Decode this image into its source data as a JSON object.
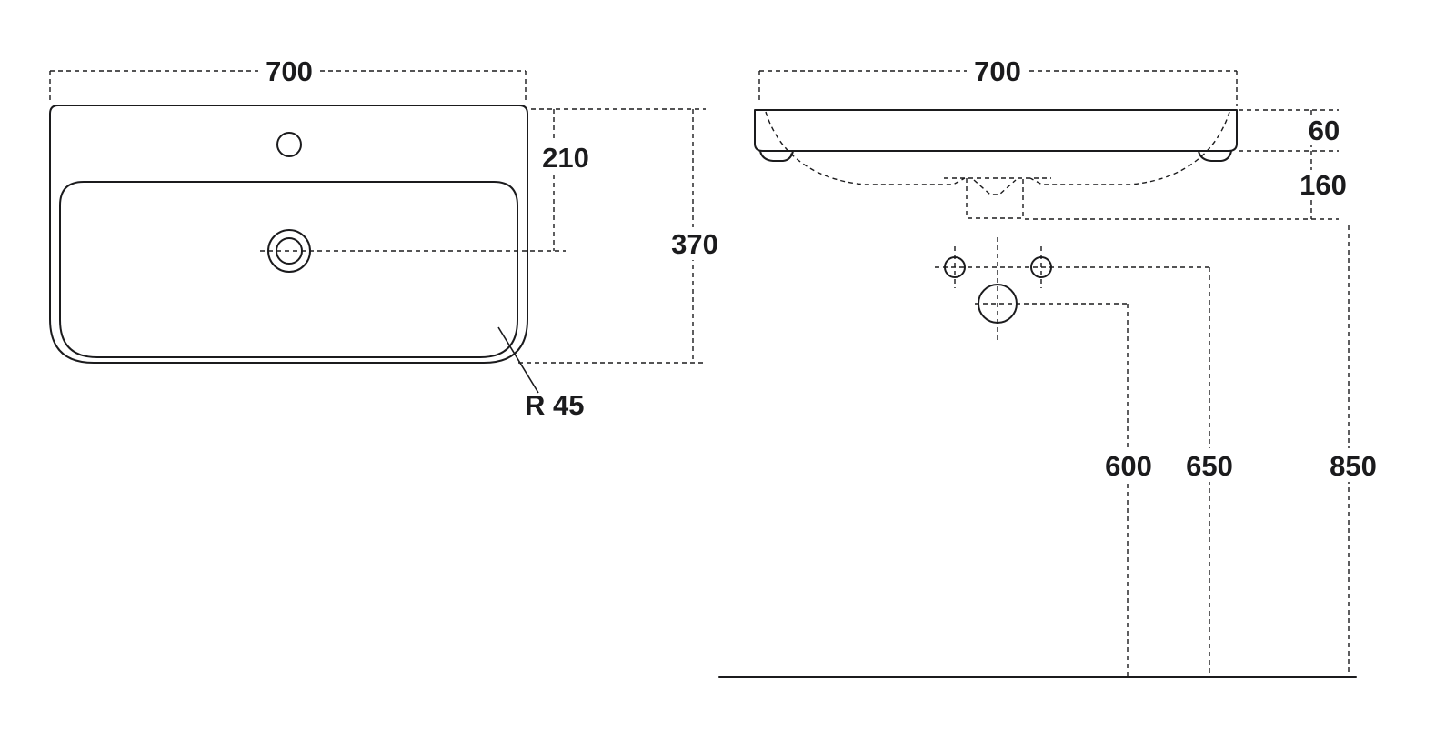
{
  "drawing": {
    "background_color": "#ffffff",
    "line_color": "#1b1b1d",
    "views": {
      "top_view": {
        "name": "washbasin-top-view",
        "width": "700",
        "drain_offset": "210",
        "depth": "370",
        "corner_radius": "R 45"
      },
      "front_view": {
        "name": "washbasin-front-view",
        "width": "700",
        "rim_height": "60",
        "bowl_depth": "160",
        "drain_height": "600",
        "trap_height": "650",
        "rim_floor_height": "850"
      }
    }
  }
}
